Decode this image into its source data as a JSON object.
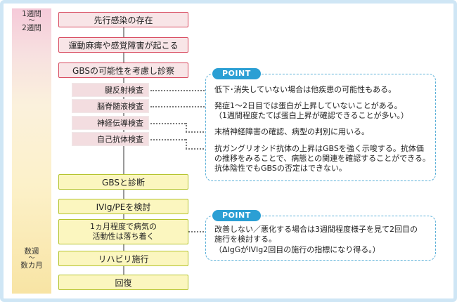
{
  "timeline": {
    "early": {
      "top": "1週間",
      "sep": "〜",
      "bottom": "2週間"
    },
    "late": {
      "top": "数週",
      "sep": "〜",
      "bottom": "数カ月"
    }
  },
  "flow": {
    "step1": "先行感染の存在",
    "step2": "運動麻痺や感覚障害が起こる",
    "step3": "GBSの可能性を考慮し診察",
    "tests": [
      "腱反射検査",
      "脳脊髄液検査",
      "神経伝導検査",
      "自己抗体検査"
    ],
    "step4": "GBSと診断",
    "step5": "IVIg/PEを検討",
    "step6_line1": "1ヵ月程度で病気の",
    "step6_line2": "活動性は落ち着く",
    "step7": "リハビリ施行",
    "step8": "回復"
  },
  "point1": {
    "tag": "POINT",
    "line1": "低下･消失していない場合は他疾患の可能性もある。",
    "line2": "発症1〜2日目では蛋白が上昇していないことがある。",
    "line3": "（1週間程度たてば蛋白上昇が確認できることが多い。）",
    "line4": "末梢神経障害の確認、病型の判別に用いる。",
    "line5": "抗ガングリオシド抗体の上昇はGBSを強く示唆する。抗体価",
    "line6": "の推移をみることで、病態との関連を確認することができる。",
    "line7": "抗体陰性でもGBSの否定はできない。"
  },
  "point2": {
    "tag": "POINT",
    "line1": "改善しない／悪化する場合は3週間程度様子を見て2回目の",
    "line2": "施行を検討する。",
    "line3": "（ΔIgGがIVIg2回目の施行の指標になり得る。）"
  },
  "colors": {
    "frame": "#cfe6f5",
    "pink_border": "#d84a5f",
    "pink_fill": "#f8e5e7",
    "yellow_border": "#b5c42e",
    "yellow_fill": "#fbf6bf",
    "point_blue": "#2b9fd4"
  }
}
